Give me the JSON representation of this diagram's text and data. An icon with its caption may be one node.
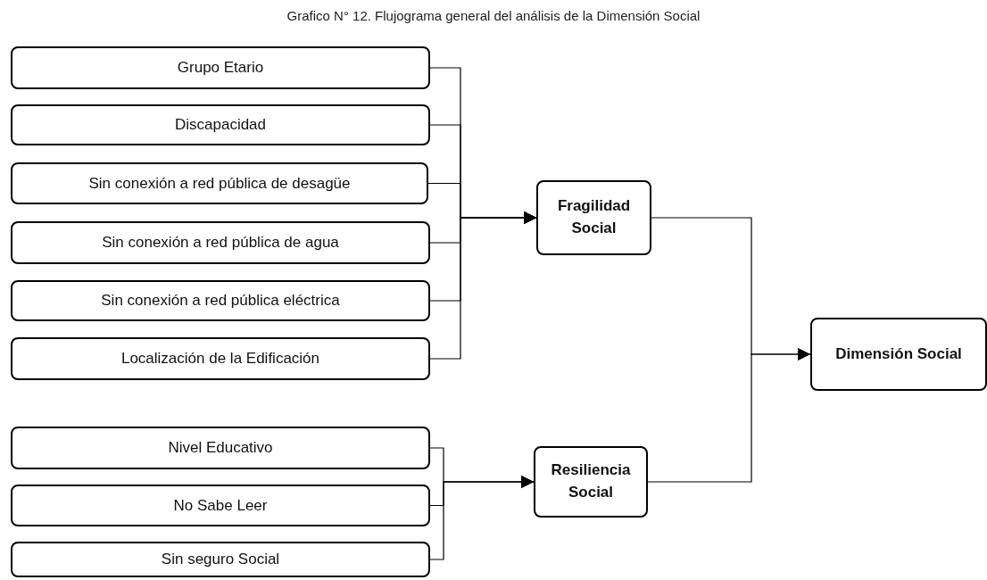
{
  "diagram": {
    "title": "Grafico N° 12. Flujograma general del análisis de la Dimensión Social",
    "nodes": [
      {
        "text": [
          "Grupo Etario"
        ]
      },
      {
        "text": [
          "Discapacidad"
        ]
      },
      {
        "text": [
          "Sin conexión a red pública de desagüe"
        ]
      },
      {
        "text": [
          "Sin conexión a red pública de agua"
        ]
      },
      {
        "text": [
          "Sin conexión a red pública eléctrica"
        ]
      },
      {
        "text": [
          "Localización de la Edificación"
        ]
      },
      {
        "text": [
          "Nivel Educativo"
        ]
      },
      {
        "text": [
          "No Sabe Leer"
        ]
      },
      {
        "text": [
          "Sin seguro Social"
        ]
      },
      {
        "text": [
          "Fragilidad Social"
        ]
      },
      {
        "text": [
          "Resiliencia Social"
        ]
      },
      {
        "text": [
          "Dimensión Social"
        ]
      }
    ],
    "edges": [
      {
        "from": 0,
        "to": 9,
        "arrow": "to"
      },
      {
        "from": 1,
        "to": 9,
        "arrow": "to"
      },
      {
        "from": 2,
        "to": 9,
        "arrow": "to"
      },
      {
        "from": 3,
        "to": 9,
        "arrow": "to"
      },
      {
        "from": 4,
        "to": 9,
        "arrow": "to"
      },
      {
        "from": 5,
        "to": 9,
        "arrow": "to"
      },
      {
        "from": 6,
        "to": 10,
        "arrow": "to"
      },
      {
        "from": 7,
        "to": 10,
        "arrow": "to"
      },
      {
        "from": 8,
        "to": 10,
        "arrow": "to"
      },
      {
        "from": 9,
        "to": 11,
        "arrow": "to"
      },
      {
        "from": 10,
        "to": 11,
        "arrow": "to"
      }
    ]
  }
}
